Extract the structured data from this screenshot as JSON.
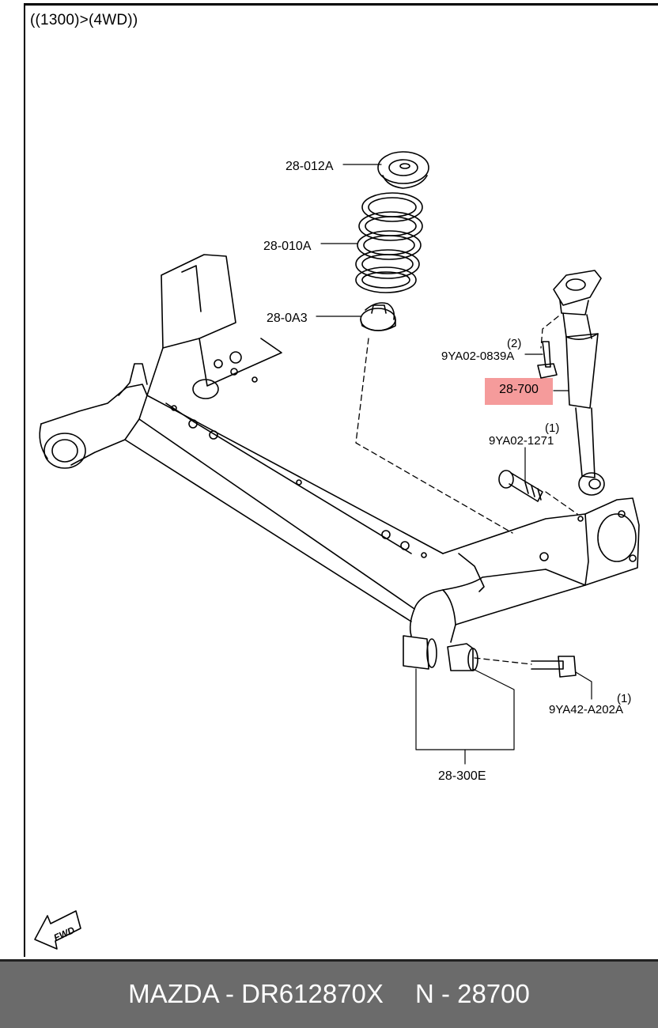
{
  "header": {
    "variant": "((1300)>(4WD))"
  },
  "callouts": {
    "spring_seat_upper": "28-012A",
    "coil_spring": "28-010A",
    "spring_seat_lower": "28-0A3",
    "bolt_upper_qty": "(2)",
    "bolt_upper": "9YA02-0839A",
    "shock_absorber": "28-700",
    "bolt_lower_qty": "(1)",
    "bolt_lower": "9YA02-1271",
    "bushing_bolt_qty": "(1)",
    "bushing_bolt": "9YA42-A202A",
    "bushing": "28-300E"
  },
  "highlight_color": "#f59b9b",
  "fwd_label": "FWD",
  "footer": {
    "brand_part": "MAZDA - DR612870X",
    "ref": "N - 28700"
  }
}
